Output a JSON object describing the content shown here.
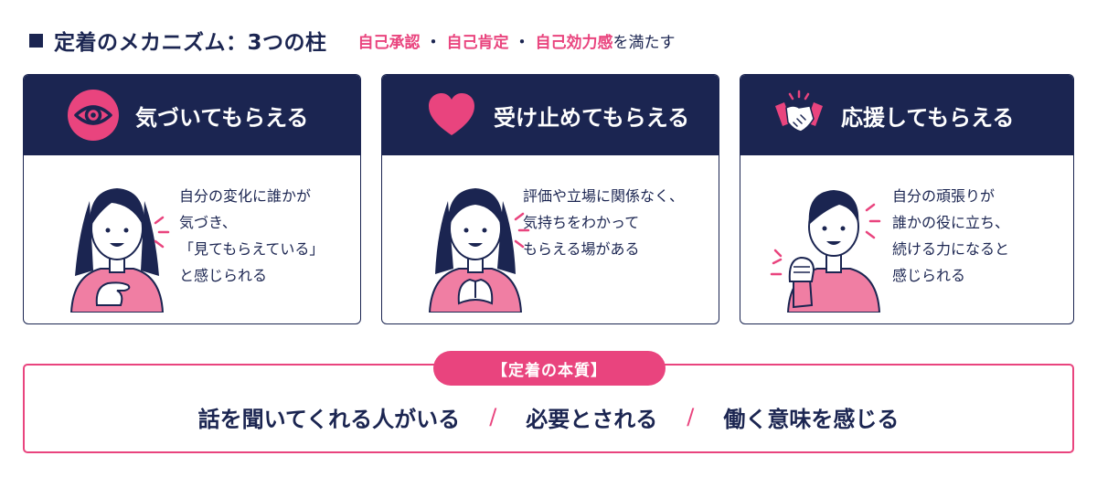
{
  "header": {
    "title": "定着のメカニズム：3つの柱",
    "subtitle_items": [
      "自己承認",
      "自己肯定",
      "自己効力感"
    ],
    "subtitle_separator": "・",
    "subtitle_tail": "を満たす"
  },
  "pillars": [
    {
      "icon": "eye-icon",
      "title": "気づいてもらえる",
      "lines": [
        "自分の変化に誰かが",
        "気づき、",
        "「見てもらえている」",
        "と感じられる"
      ]
    },
    {
      "icon": "heart-icon",
      "title": "受け止めてもらえる",
      "lines": [
        "評価や立場に関係なく、",
        "気持ちをわかって",
        "もらえる場がある"
      ]
    },
    {
      "icon": "handshake-icon",
      "title": "応援してもらえる",
      "lines": [
        "自分の頑張りが",
        "誰かの役に立ち、",
        "続ける力になると",
        "感じられる"
      ]
    }
  ],
  "essence": {
    "label": "【定着の本質】",
    "items": [
      "話を聞いてくれる人がいる",
      "必要とされる",
      "働く意味を感じる"
    ],
    "separator": "/"
  },
  "colors": {
    "navy": "#1b2551",
    "pink": "#e9447e",
    "light_pink": "#f07ea3",
    "skin": "#ffffff"
  }
}
